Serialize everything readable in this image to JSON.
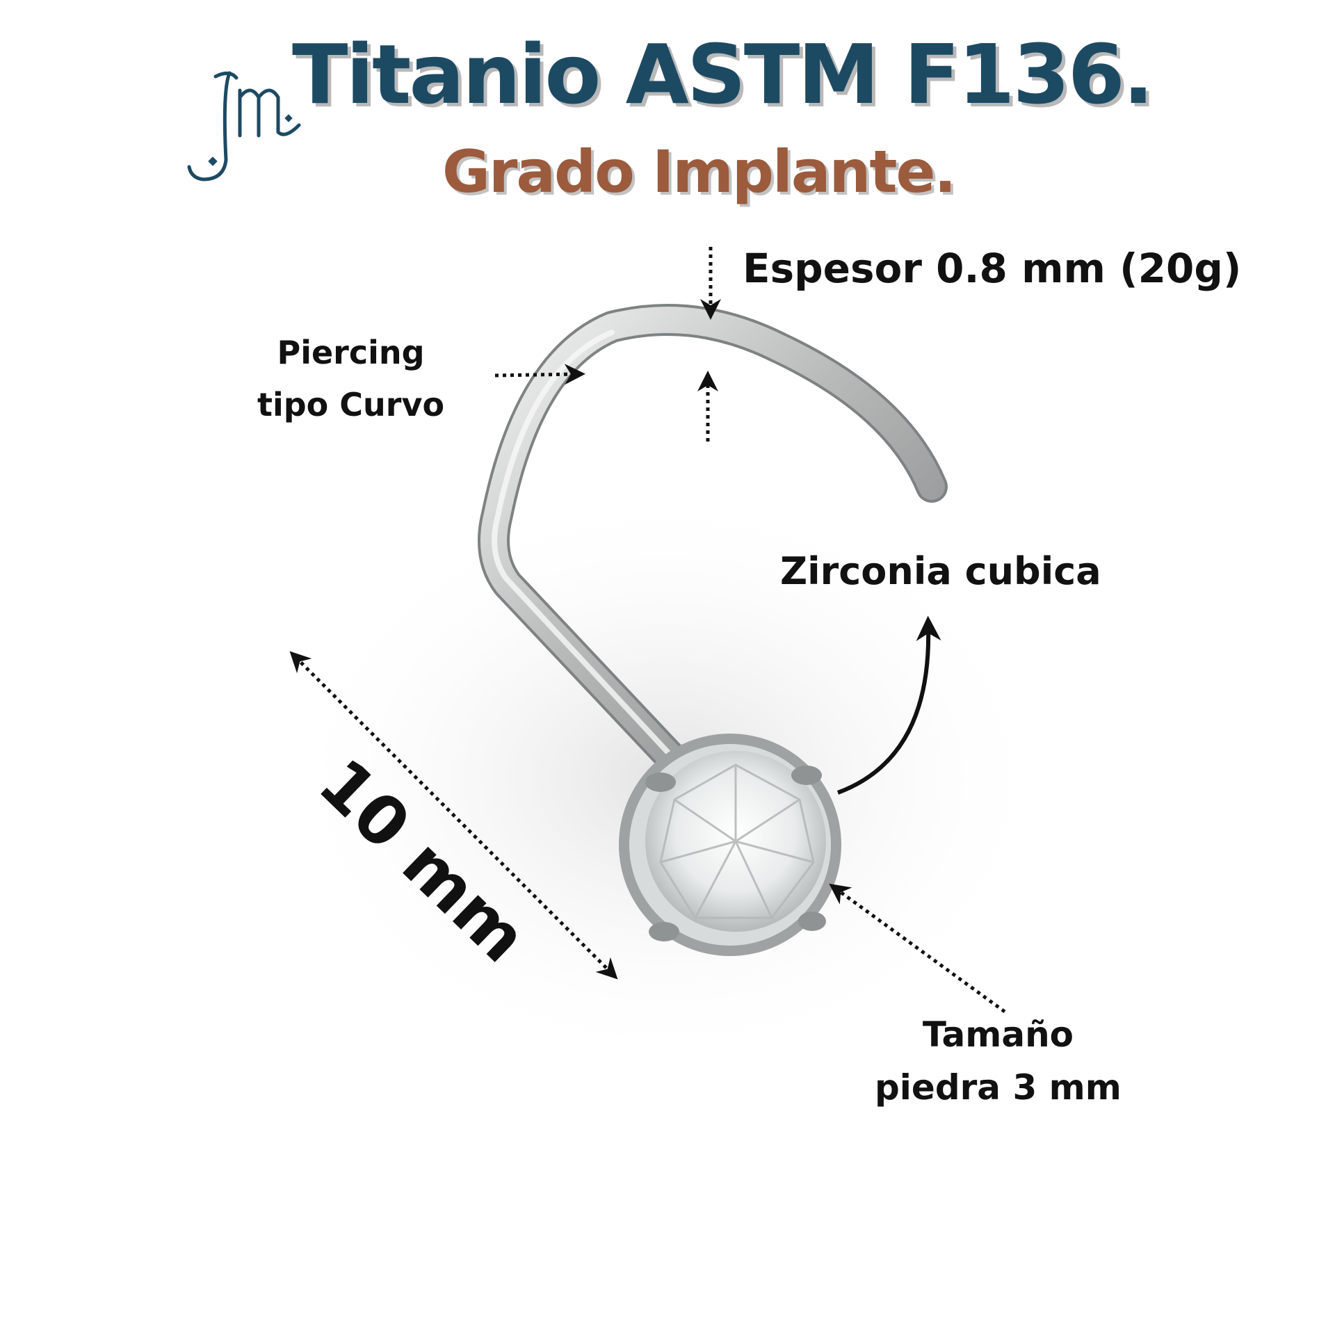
{
  "header": {
    "title": "Titanio ASTM F136.",
    "subtitle": "Grado Implante."
  },
  "annotations": {
    "thickness": "Espesor 0.8 mm (20g)",
    "curve_line1": "Piercing",
    "curve_line2": "tipo Curvo",
    "zirconia": "Zirconia cubica",
    "length": "10 mm",
    "stone_line1": "Tamaño",
    "stone_line2": "piedra 3 mm"
  },
  "icons": {
    "logo": "jm-monogram-logo",
    "arrows": "dotted-arrow-icon"
  },
  "colors": {
    "title": "#1d4a63",
    "subtitle": "#9b5b3c",
    "text": "#111111",
    "metal": "#b9bbbb"
  }
}
